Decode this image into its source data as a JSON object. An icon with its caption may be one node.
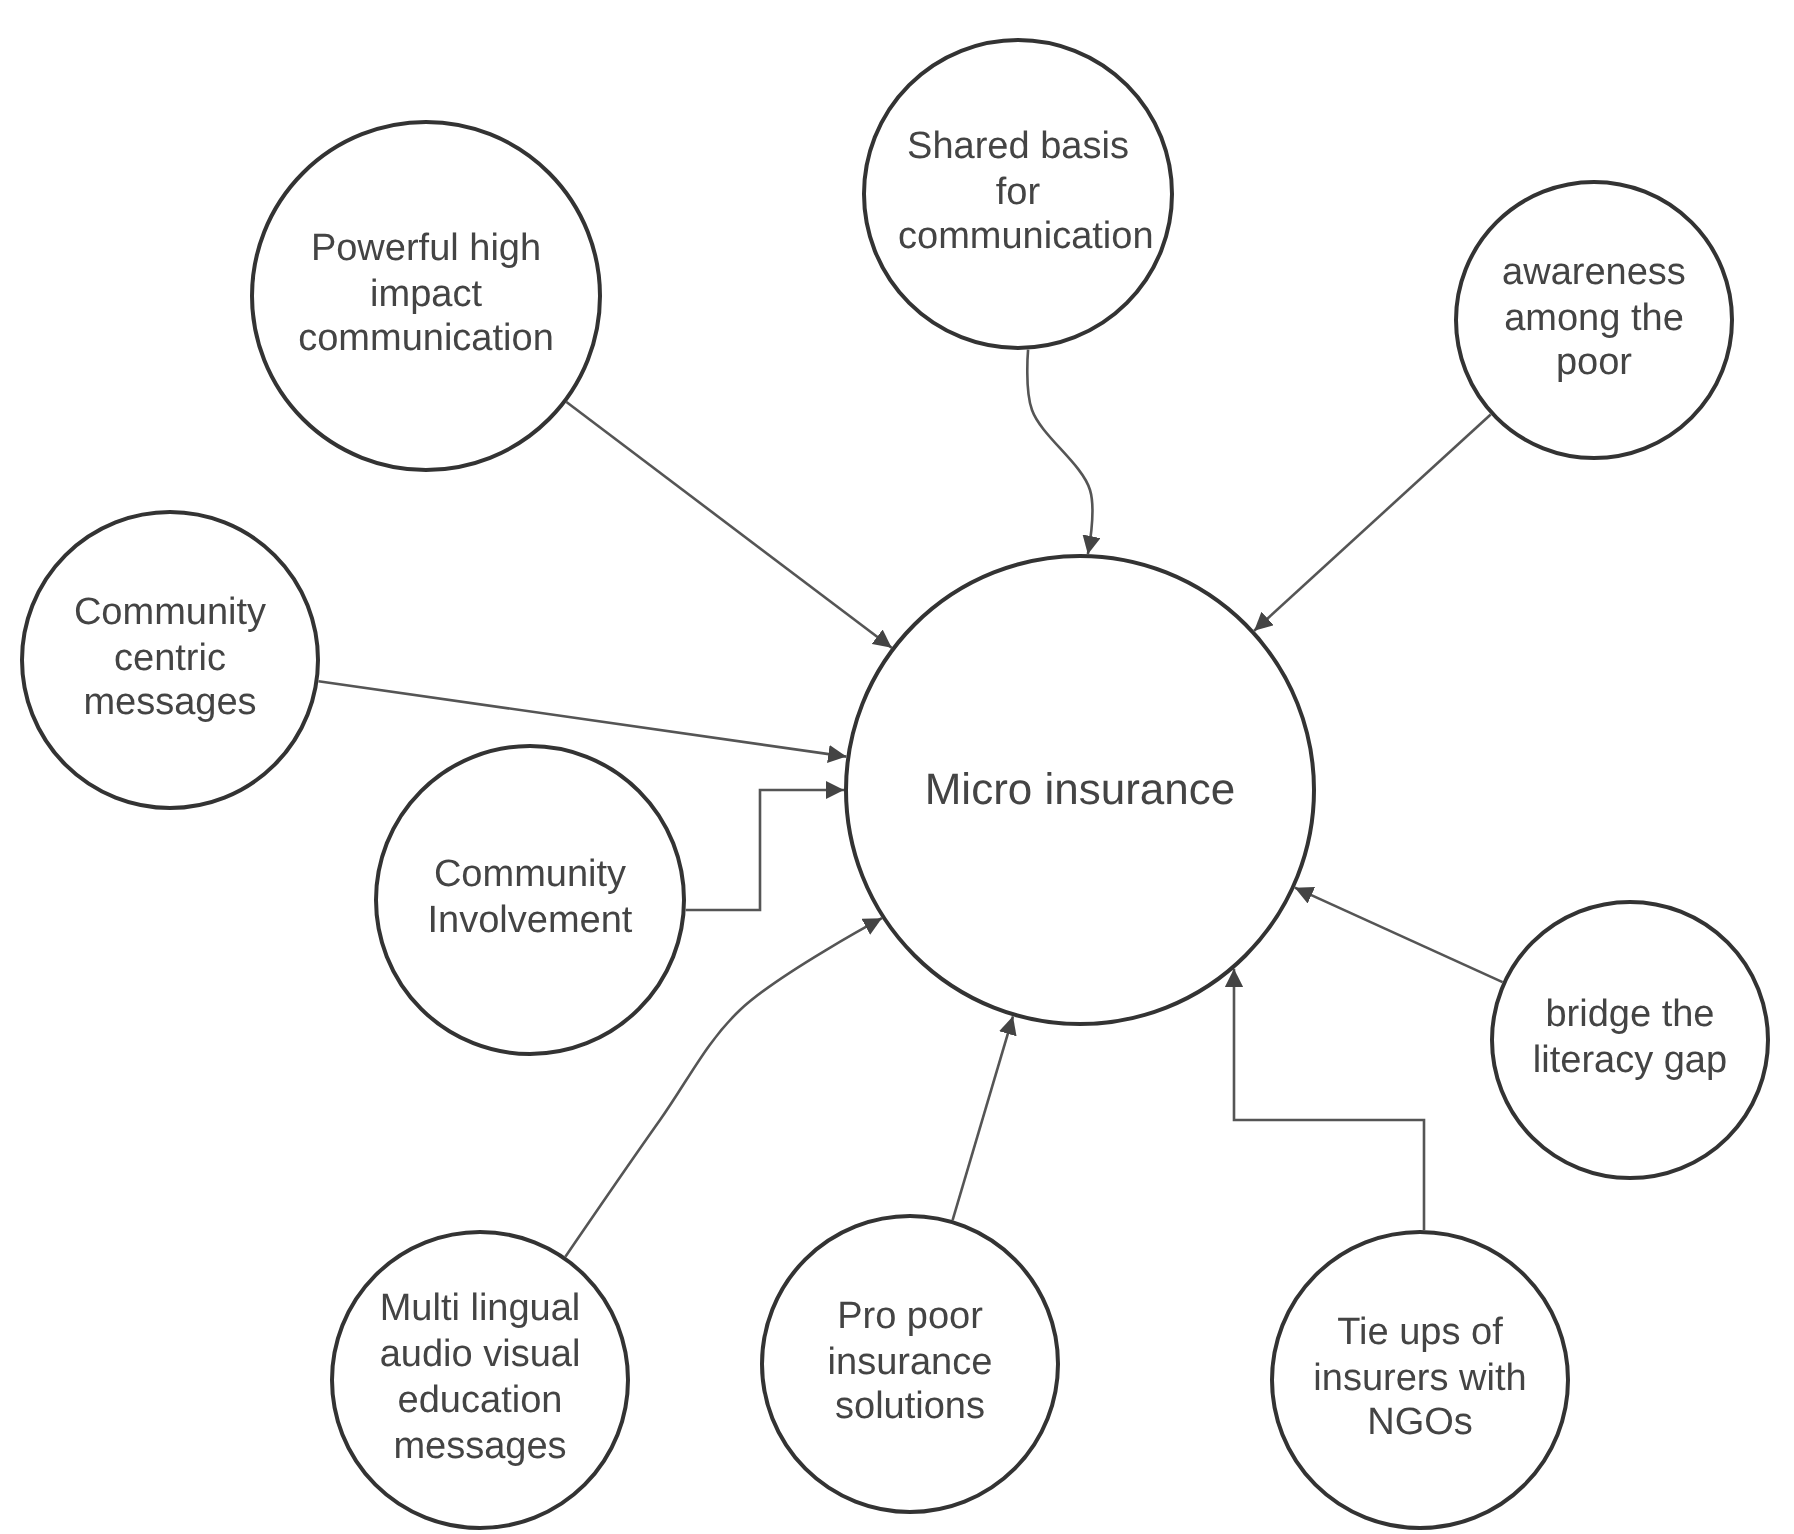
{
  "diagram": {
    "nodes": [
      {
        "text": [
          "Micro insurance"
        ]
      },
      {
        "text": [
          "Shared basis for communication"
        ]
      },
      {
        "text": [
          "Powerful high impact communication"
        ]
      },
      {
        "text": [
          "awareness among the poor"
        ]
      },
      {
        "text": [
          "Community centric messages"
        ]
      },
      {
        "text": [
          "Community Involvement"
        ]
      },
      {
        "text": [
          "bridge the literacy gap"
        ]
      },
      {
        "text": [
          "Multi lingual audio visual education messages"
        ]
      },
      {
        "text": [
          "Pro poor insurance solutions"
        ]
      },
      {
        "text": [
          "Tie ups of insurers with NGOs"
        ]
      }
    ],
    "edges": [
      {
        "from": 1,
        "to": 0,
        "arrow": "to"
      },
      {
        "from": 2,
        "to": 0,
        "arrow": "to"
      },
      {
        "from": 3,
        "to": 0,
        "arrow": "to"
      },
      {
        "from": 4,
        "to": 0,
        "arrow": "to"
      },
      {
        "from": 5,
        "to": 0,
        "arrow": "to"
      },
      {
        "from": 6,
        "to": 0,
        "arrow": "to"
      },
      {
        "from": 7,
        "to": 0,
        "arrow": "to"
      },
      {
        "from": 8,
        "to": 0,
        "arrow": "to"
      },
      {
        "from": 9,
        "to": 0,
        "arrow": "to"
      }
    ]
  }
}
